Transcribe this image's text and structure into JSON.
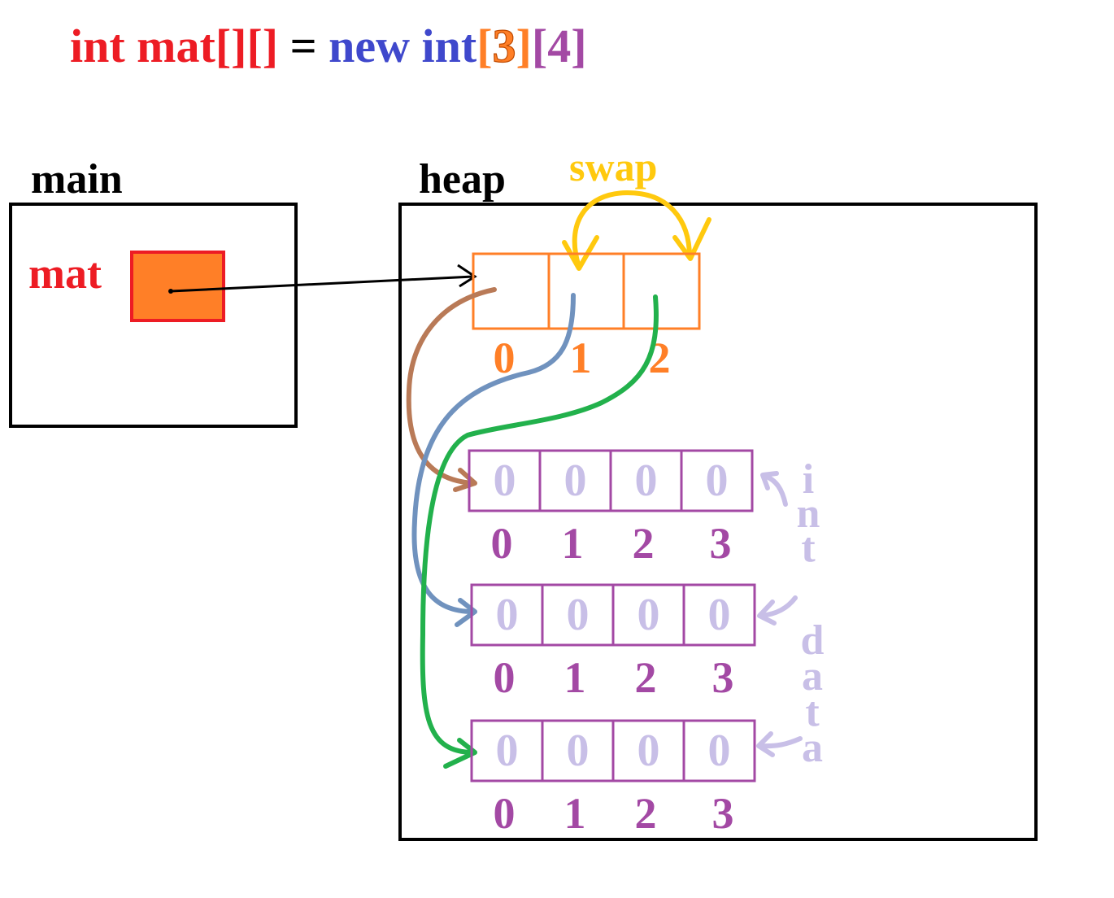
{
  "colors": {
    "red": "#ed1c24",
    "blue": "#3f48cc",
    "orange": "#ff7f27",
    "purple": "#a349a4",
    "lavender": "#c8bfe7",
    "yellow": "#ffc90e",
    "brown": "#b97a57",
    "steel_blue": "#7092be",
    "green": "#22b14c",
    "black": "#000000"
  },
  "code": {
    "decl": "int mat[][]",
    "equals": " = ",
    "new_kw": "new int",
    "dim1_open": "[",
    "dim1": "3",
    "dim1_close": "]",
    "dim2": "[4]"
  },
  "main": {
    "label": "main",
    "var": "mat"
  },
  "heap": {
    "label": "heap",
    "swap_label": "swap",
    "outer_indices": [
      "0",
      "1",
      "2"
    ],
    "rows": [
      {
        "values": [
          "0",
          "0",
          "0",
          "0"
        ],
        "indices": [
          "0",
          "1",
          "2",
          "3"
        ]
      },
      {
        "values": [
          "0",
          "0",
          "0",
          "0"
        ],
        "indices": [
          "0",
          "1",
          "2",
          "3"
        ]
      },
      {
        "values": [
          "0",
          "0",
          "0",
          "0"
        ],
        "indices": [
          "0",
          "1",
          "2",
          "3"
        ]
      }
    ],
    "side_word_1": [
      "i",
      "n",
      "t"
    ],
    "side_word_2": [
      "d",
      "a",
      "t",
      "a"
    ]
  }
}
